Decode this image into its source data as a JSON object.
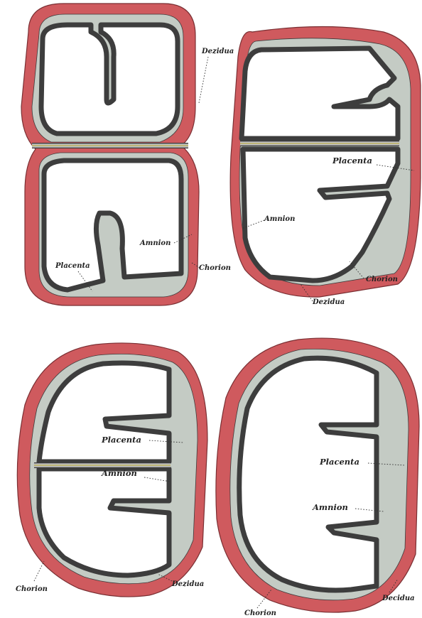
{
  "colors": {
    "decidua": "#cf5a5e",
    "decidua_edge": "#7a2f33",
    "placenta_fill": "#c4cbc4",
    "chorion_yellow": "#e6dc8a",
    "membrane_dark": "#3d3d3d",
    "membrane_light": "#eef0ee",
    "cavity": "#ffffff"
  },
  "panels": [
    {
      "id": "panel-1",
      "labels": {
        "decidua": "Dezidua",
        "amnion": "Amnion",
        "chorion": "Chorion",
        "placenta": "Placenta"
      }
    },
    {
      "id": "panel-2",
      "labels": {
        "placenta": "Placenta",
        "amnion": "Amnion",
        "chorion": "Chorion",
        "decidua": "Dezidua"
      }
    },
    {
      "id": "panel-3",
      "labels": {
        "placenta": "Placenta",
        "amnion": "Amnion",
        "chorion": "Chorion",
        "decidua": "Dezidua"
      }
    },
    {
      "id": "panel-4",
      "labels": {
        "placenta": "Placenta",
        "amnion": "Amnion",
        "chorion": "Chorion",
        "decidua": "Decidua"
      }
    }
  ]
}
